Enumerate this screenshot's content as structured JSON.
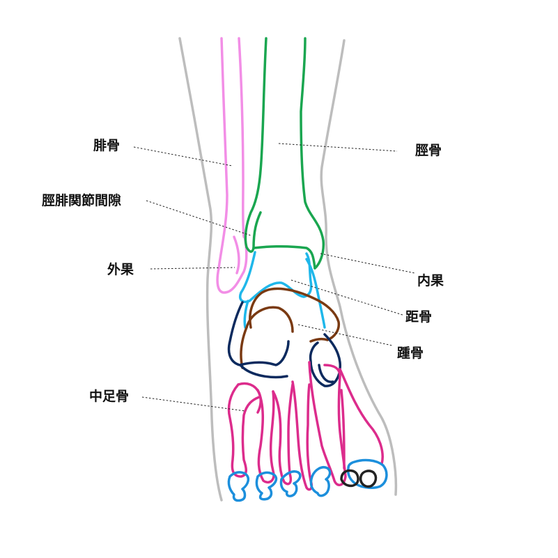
{
  "labels": {
    "fibula": "腓骨",
    "tibia": "脛骨",
    "tibiofibular_joint": "脛腓関節間隙",
    "lateral_malleolus": "外果",
    "medial_malleolus": "内果",
    "talus": "距骨",
    "calcaneus": "踵骨",
    "metatarsal": "中足骨"
  },
  "colors": {
    "outline": "#bdbdbd",
    "fibula": "#f28ee6",
    "tibia": "#1aa650",
    "talus": "#1fb7ea",
    "calcaneus": "#7a3a12",
    "tarsal": "#0c2a5e",
    "metatarsal": "#dc2c8c",
    "phalanx": "#1c8fdc",
    "sesamoid": "#222222"
  }
}
